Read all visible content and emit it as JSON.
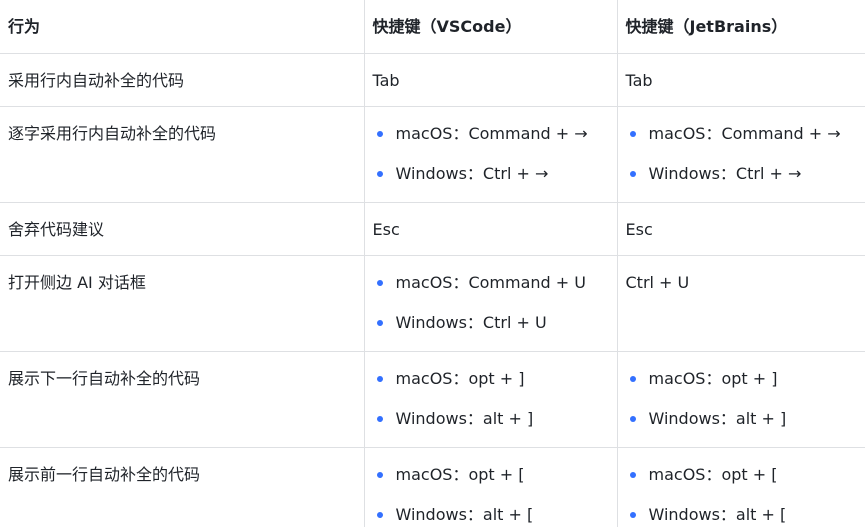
{
  "table": {
    "headers": [
      "行为",
      "快捷键（VSCode）",
      "快捷键（JetBrains）"
    ],
    "rows": [
      {
        "action": "采用行内自动补全的代码",
        "vscode": [
          "Tab"
        ],
        "jetbrains": [
          "Tab"
        ]
      },
      {
        "action": "逐字采用行内自动补全的代码",
        "vscode": [
          "macOS：Command + →",
          "Windows：Ctrl + →"
        ],
        "jetbrains": [
          "macOS：Command + →",
          "Windows：Ctrl + →"
        ]
      },
      {
        "action": "舍弃代码建议",
        "vscode": [
          "Esc"
        ],
        "jetbrains": [
          "Esc"
        ]
      },
      {
        "action": "打开侧边 AI 对话框",
        "vscode": [
          "macOS：Command + U",
          "Windows：Ctrl + U"
        ],
        "jetbrains": [
          "Ctrl + U"
        ]
      },
      {
        "action": "展示下一行自动补全的代码",
        "vscode": [
          "macOS：opt + ]",
          "Windows：alt + ]"
        ],
        "jetbrains": [
          "macOS：opt + ]",
          "Windows：alt + ]"
        ]
      },
      {
        "action": "展示前一行自动补全的代码",
        "vscode": [
          "macOS：opt + [",
          "Windows：alt + ["
        ],
        "jetbrains": [
          "macOS：opt + [",
          "Windows：alt + ["
        ]
      }
    ]
  },
  "colors": {
    "bullet": "#3370ff",
    "border": "#dee0e3",
    "text": "#1f2329"
  }
}
